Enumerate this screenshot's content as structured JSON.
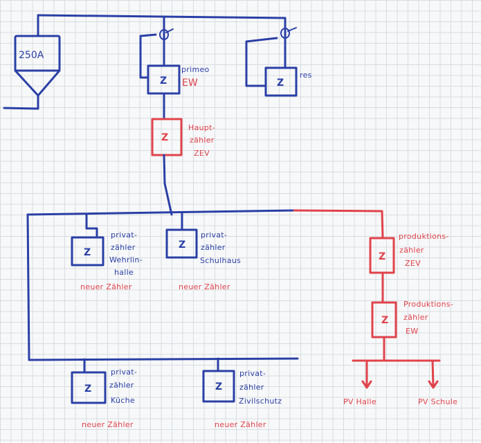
{
  "colors": {
    "blue": "#2a3fa6",
    "red": "#e0434b"
  },
  "fuse": {
    "label": "250A"
  },
  "meters": {
    "primeo": {
      "symbol": "Z",
      "name": "primeo",
      "sub": "EW"
    },
    "res": {
      "symbol": "Z",
      "name": "res"
    },
    "haupt": {
      "symbol": "Z",
      "lines": [
        "Haupt-",
        "zähler",
        "ZEV"
      ]
    },
    "turnhalle": {
      "symbol": "Z",
      "lines": [
        "privat-",
        "zähler",
        "Wehrlin-",
        "halle"
      ],
      "note": "neuer Zähler"
    },
    "schulhaus": {
      "symbol": "Z",
      "lines": [
        "privat-",
        "zähler",
        "Schulhaus"
      ],
      "note": "neuer Zähler"
    },
    "kueche": {
      "symbol": "Z",
      "lines": [
        "privat-",
        "zähler",
        "Küche"
      ],
      "note": "neuer Zähler"
    },
    "zivilschutz": {
      "symbol": "Z",
      "lines": [
        "privat-",
        "zähler",
        "Zivilschutz"
      ],
      "note": "neuer Zähler"
    },
    "prod_zev": {
      "symbol": "Z",
      "lines": [
        "produktions-",
        "zähler",
        "ZEV"
      ]
    },
    "prod_ew": {
      "symbol": "Z",
      "lines": [
        "Produktions-",
        "zähler",
        "EW"
      ]
    }
  },
  "pv": {
    "halle": "PV Halle",
    "schule": "PV Schule"
  }
}
